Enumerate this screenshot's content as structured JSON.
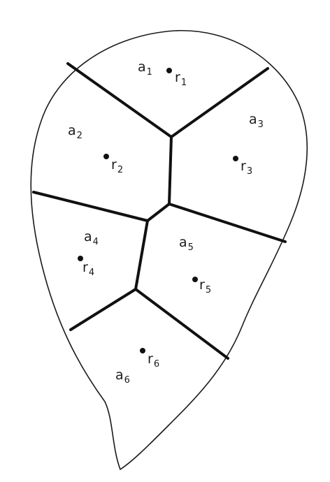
{
  "diagram": {
    "regions": [
      {
        "area_label": "a",
        "area_index": "1",
        "site_label": "r",
        "site_index": "1"
      },
      {
        "area_label": "a",
        "area_index": "2",
        "site_label": "r",
        "site_index": "2"
      },
      {
        "area_label": "a",
        "area_index": "3",
        "site_label": "r",
        "site_index": "3"
      },
      {
        "area_label": "a",
        "area_index": "4",
        "site_label": "r",
        "site_index": "4"
      },
      {
        "area_label": "a",
        "area_index": "5",
        "site_label": "r",
        "site_index": "5"
      },
      {
        "area_label": "a",
        "area_index": "6",
        "site_label": "r",
        "site_index": "6"
      }
    ],
    "colors": {
      "stroke": "#111111",
      "background": "#ffffff"
    }
  }
}
